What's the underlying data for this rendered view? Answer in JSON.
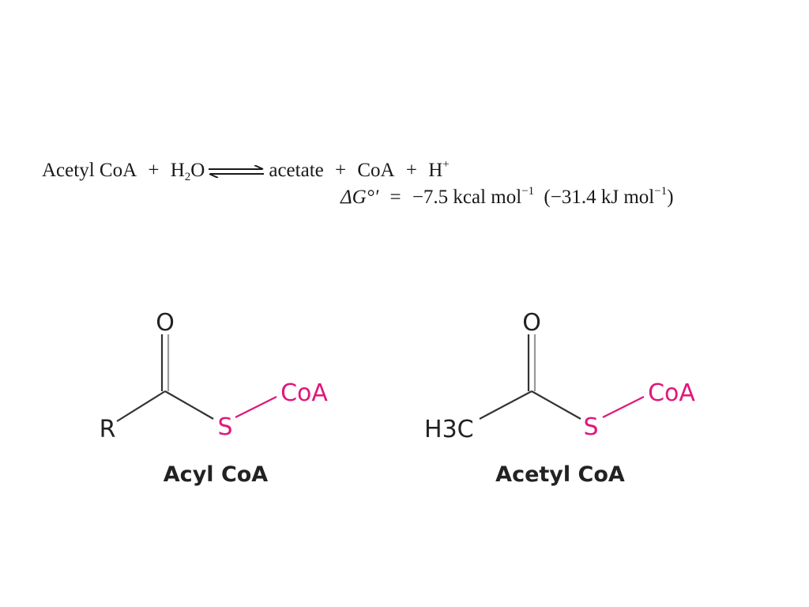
{
  "equation": {
    "reactant1": "Acetyl CoA",
    "plus1": "+",
    "water_main": "H",
    "water_sub": "2",
    "water_end": "O",
    "product1": "acetate",
    "plus2": "+",
    "product2": "CoA",
    "plus3": "+",
    "proton": "H",
    "proton_charge": "+",
    "delta_symbol": "ΔG°′",
    "equals": "=",
    "value_kcal": "−7.5 kcal mol",
    "exp1": "−1",
    "value_kj_open": "(−31.4 kJ mol",
    "exp2": "−1",
    "value_kj_close": ")"
  },
  "structures": [
    {
      "name": "Acyl CoA",
      "oxygen": "O",
      "left_group": "R",
      "sulfur": "S",
      "coa": "CoA"
    },
    {
      "name": "Acetyl CoA",
      "oxygen": "O",
      "left_group_main": "H",
      "left_group_sub": "3",
      "left_group_end": "C",
      "sulfur": "S",
      "coa": "CoA"
    }
  ],
  "colors": {
    "bond": "#333333",
    "coa_pink": "#e0177a",
    "double_bond_gray": "#888888"
  }
}
